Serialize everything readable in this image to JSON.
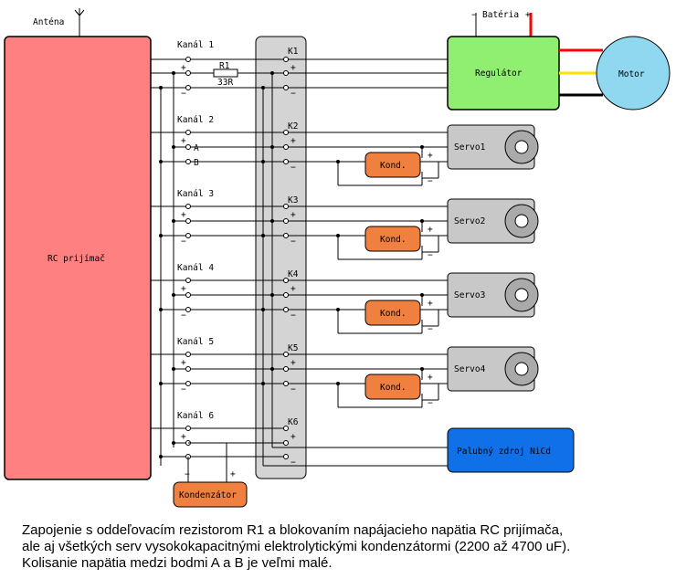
{
  "labels": {
    "antenna": "Anténa",
    "receiver": "RC prijímač",
    "battery": "Batéria",
    "battery_minus": "−",
    "battery_plus": "+",
    "regulator": "Regulátor",
    "motor": "Motor",
    "resistor": "R1",
    "resistor_value": "33R",
    "onboard_supply": "Palubný zdroj NiCd",
    "capacitor_main": "Kondenzátor",
    "capacitor_servo": "Kond.",
    "point_a": "A",
    "point_b": "B",
    "plus": "+",
    "minus": "−"
  },
  "channels": [
    {
      "name": "Kanál 1",
      "connector": "K1"
    },
    {
      "name": "Kanál 2",
      "connector": "K2"
    },
    {
      "name": "Kanál 3",
      "connector": "K3"
    },
    {
      "name": "Kanál 4",
      "connector": "K4"
    },
    {
      "name": "Kanál 5",
      "connector": "K5"
    },
    {
      "name": "Kanál 6",
      "connector": "K6"
    }
  ],
  "servos": [
    "Servo1",
    "Servo2",
    "Servo3",
    "Servo4"
  ],
  "caption": [
    "Zapojenie s oddeľovacím rezistorom R1 a blokovaním napájacieho napätia RC prijímača,",
    "ale aj všetkých serv vysokokapacitnými elektrolytickými kondenzátormi (2200 až 4700 uF).",
    "Kolisanie napätia medzi bodmi A a B je veľmi malé."
  ],
  "colors": {
    "receiver": "#ff8080",
    "connector_strip": "#d4d4d4",
    "regulator": "#90ee70",
    "motor": "#90d8f0",
    "servo": "#c8c8c8",
    "capacitor": "#f08040",
    "onboard_supply": "#1070e8"
  }
}
